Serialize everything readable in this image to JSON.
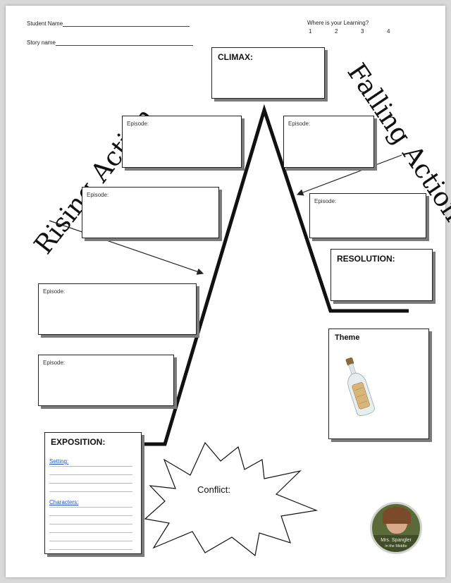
{
  "header": {
    "student_name_label": "Student Name",
    "story_name_label": "Story name",
    "learning_label": "Where is your Learning?",
    "learning_scale": [
      "1",
      "2",
      "3",
      "4"
    ]
  },
  "arcs": {
    "rising": "Rising Action",
    "falling": "Falling Action"
  },
  "boxes": {
    "climax": "CLIMAX:",
    "episode": "Episode:",
    "resolution": "RESOLUTION:",
    "theme": "Theme",
    "exposition": "EXPOSITION:",
    "setting": "Setting:",
    "characters": "Characters:",
    "conflict": "Conflict:"
  },
  "badge": {
    "line1": "Mrs. Spangler",
    "line2": "in the Middle"
  },
  "colors": {
    "link_blue": "#1f55c9",
    "shadow_gray": "#7a7a7a"
  }
}
